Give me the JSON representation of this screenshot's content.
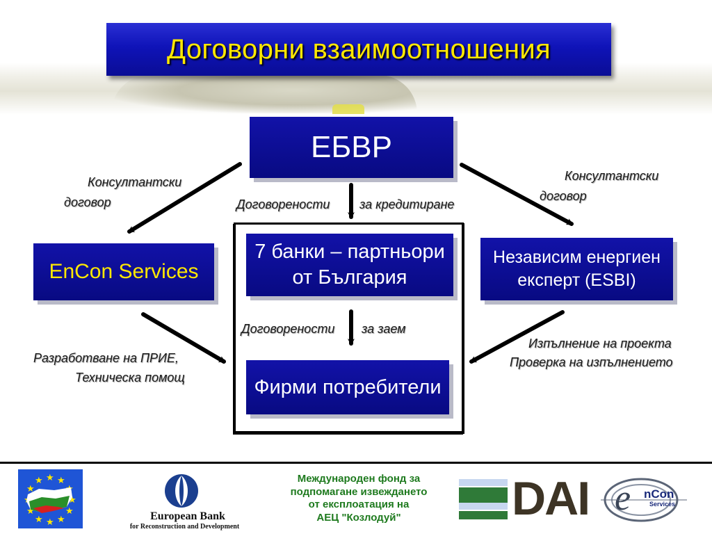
{
  "title": "Договорни взаимоотношения",
  "boxes": {
    "ebrd": "ЕБВР",
    "encon": "EnCon Services",
    "banks_line1": "7 банки – партньори",
    "banks_line2": "от България",
    "esbi_line1": "Независим енергиен",
    "esbi_line2": "експерт (ESBI)",
    "firms": "Фирми потребители"
  },
  "labels": {
    "consult_left_1": "Консултантски",
    "consult_left_2": "договор",
    "consult_right_1": "Консултантски",
    "consult_right_2": "договор",
    "credit_left": "Договорености",
    "credit_right": "за кредитиране",
    "loan_left": "Договорености",
    "loan_right": "за заем",
    "prie_1": "Разработване на ПРИЕ,",
    "prie_2": "Техническа  помощ",
    "impl_1": "Изпълнение  на проекта",
    "impl_2": "Проверка на изпълнението"
  },
  "footer": {
    "ebrd_name": "European Bank",
    "ebrd_sub": "for Reconstruction and Development",
    "fund_line1": "Международен фонд за",
    "fund_line2": "подпомагане  извеждането",
    "fund_line3": "от експлоатация на",
    "fund_line4": "АЕЦ \"Козлодуй\"",
    "dai": "DAI",
    "encon_logo_main": "nCon",
    "encon_logo_sub": "Services"
  },
  "colors": {
    "box_blue": "#0a0d8e",
    "title_yellow": "#ffe800",
    "fund_green": "#1e7a1e"
  }
}
